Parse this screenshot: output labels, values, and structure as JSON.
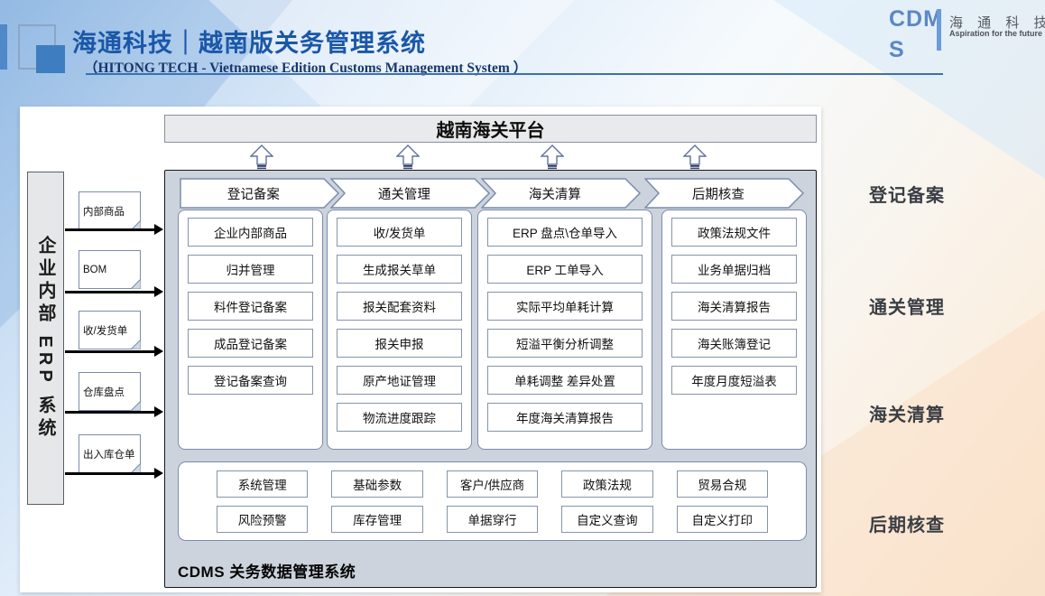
{
  "header": {
    "title": "海通科技｜越南版关务管理系统",
    "subtitle": "（HITONG TECH - Vietnamese Edition Customs Management System ）",
    "logo_cdms": "CDMS",
    "logo_company": "海 通 科 技",
    "logo_tagline": "Aspiration for the future"
  },
  "platform_bar": {
    "label": "越南海关平台"
  },
  "erp_sidebar": {
    "label": "企业内部 ERP 系统",
    "documents": [
      "内部商品",
      "BOM",
      "收/发货单",
      "仓库盘点",
      "出入库仓单"
    ]
  },
  "process_columns": [
    {
      "header": "登记备案",
      "items": [
        "企业内部商品",
        "归并管理",
        "料件登记备案",
        "成品登记备案",
        "登记备案查询"
      ]
    },
    {
      "header": "通关管理",
      "items": [
        "收/发货单",
        "生成报关草单",
        "报关配套资料",
        "报关申报",
        "原产地证管理",
        "物流进度跟踪"
      ]
    },
    {
      "header": "海关清算",
      "items": [
        "ERP 盘点\\仓单导入",
        "ERP 工单导入",
        "实际平均单耗计算",
        "短溢平衡分析调整",
        "单耗调整 差异处置",
        "年度海关清算报告"
      ]
    },
    {
      "header": "后期核查",
      "items": [
        "政策法规文件",
        "业务单据归档",
        "海关清算报告",
        "海关账簿登记",
        "年度月度短溢表"
      ]
    }
  ],
  "foundation": {
    "rows": [
      [
        "系统管理",
        "基础参数",
        "客户/供应商",
        "政策法规",
        "贸易合规"
      ],
      [
        "风险预警",
        "库存管理",
        "单据穿行",
        "自定义查询",
        "自定义打印"
      ]
    ],
    "caption": "CDMS 关务数据管理系统"
  },
  "stage_labels": [
    "登记备案",
    "通关管理",
    "海关清算",
    "后期核查"
  ],
  "colors": {
    "title_blue": "#1a57a8",
    "logo_blue": "#5b87c5",
    "container_fill": "#ccd3dd",
    "box_border": "#7b8cab",
    "background_peach": "#f8e8d6",
    "background_blue": "#9dc2e8"
  }
}
